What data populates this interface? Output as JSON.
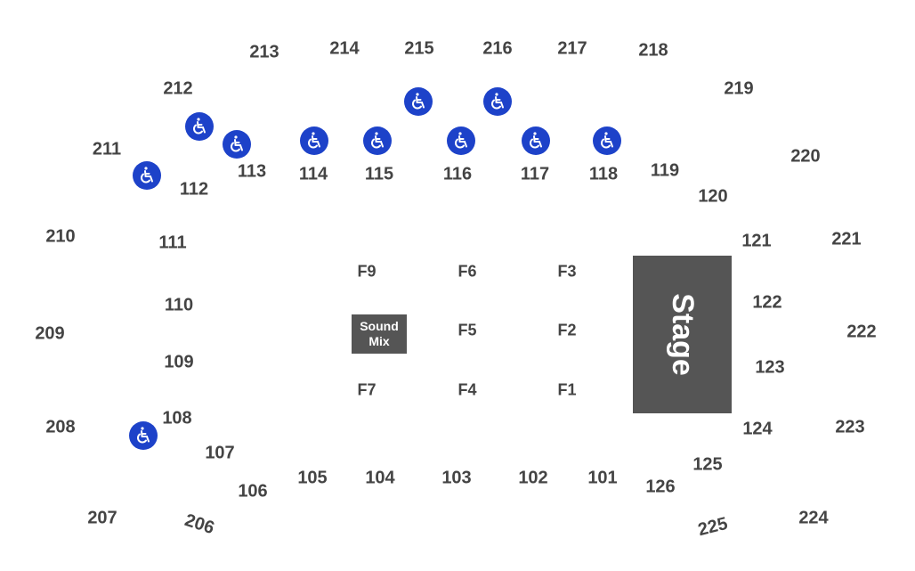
{
  "sections": [
    "213",
    "214",
    "215",
    "216",
    "217",
    "218",
    "212",
    "219",
    "211",
    "220",
    "113",
    "114",
    "115",
    "116",
    "117",
    "118",
    "119",
    "112",
    "120",
    "210",
    "111",
    "121",
    "221",
    "110",
    "122",
    "209",
    "222",
    "109",
    "123",
    "208",
    "108",
    "124",
    "223",
    "107",
    "125",
    "106",
    "105",
    "104",
    "103",
    "102",
    "101",
    "126",
    "207",
    "206",
    "225",
    "224"
  ],
  "floor_sections": [
    "F9",
    "F6",
    "F3",
    "F5",
    "F2",
    "F7",
    "F4",
    "F1"
  ],
  "stage_label": "Stage",
  "sound_mix_label": "Sound Mix",
  "accessible_icon": "wheelchair-icon",
  "colors": {
    "accessible": "#1d42c9",
    "block": "#555555",
    "section_text": "#444444"
  }
}
